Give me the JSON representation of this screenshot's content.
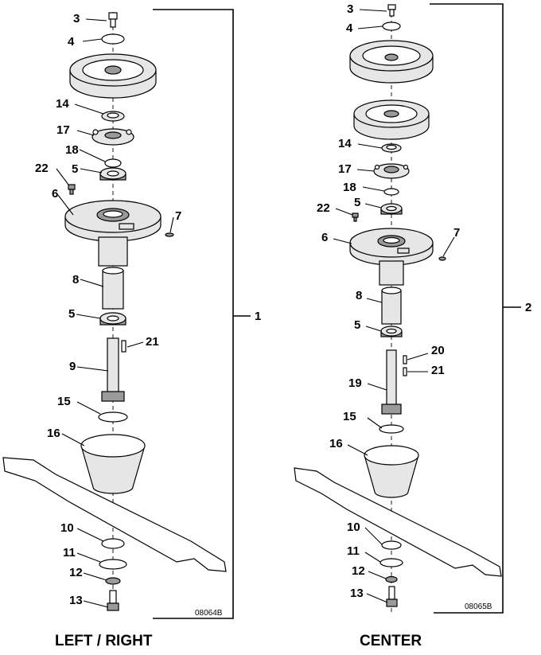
{
  "diagram": {
    "left": {
      "caption": "LEFT / RIGHT",
      "drawing_code": "08064B",
      "assembly_label": "1",
      "callouts": [
        "3",
        "4",
        "14",
        "17",
        "18",
        "22",
        "5",
        "6",
        "7",
        "8",
        "5",
        "21",
        "9",
        "15",
        "16",
        "10",
        "11",
        "12",
        "13"
      ]
    },
    "right": {
      "caption": "CENTER",
      "drawing_code": "08065B",
      "assembly_label": "2",
      "callouts": [
        "3",
        "4",
        "14",
        "17",
        "18",
        "22",
        "5",
        "6",
        "7",
        "8",
        "5",
        "20",
        "21",
        "19",
        "15",
        "16",
        "10",
        "11",
        "12",
        "13"
      ]
    }
  }
}
